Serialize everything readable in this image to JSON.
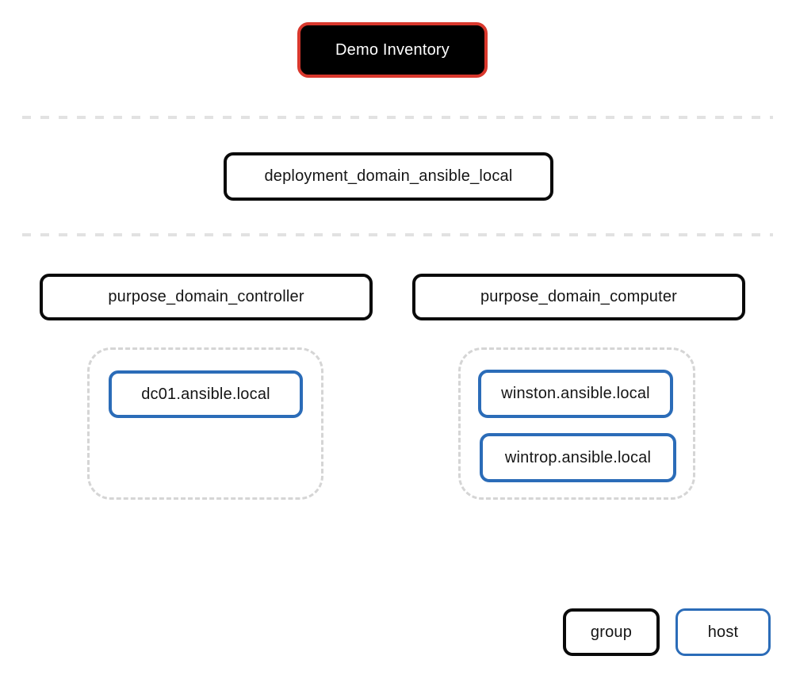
{
  "diagram": {
    "root": {
      "label": "Demo Inventory"
    },
    "groups": {
      "deployment": {
        "label": "deployment_domain_ansible_local"
      },
      "controller": {
        "label": "purpose_domain_controller"
      },
      "computer": {
        "label": "purpose_domain_computer"
      }
    },
    "hosts": {
      "controller": [
        {
          "label": "dc01.ansible.local"
        }
      ],
      "computer": [
        {
          "label": "winston.ansible.local"
        },
        {
          "label": "wintrop.ansible.local"
        }
      ]
    },
    "legend": {
      "group_label": "group",
      "host_label": "host"
    },
    "colors": {
      "root_fill": "#000000",
      "root_border": "#d9382d",
      "group_border": "#0a0a0a",
      "host_border": "#2b6cb8",
      "separator_dash": "#e2e2e2",
      "container_dash": "#d5d5d5",
      "root_text": "#ffffff",
      "node_text": "#151515"
    }
  }
}
